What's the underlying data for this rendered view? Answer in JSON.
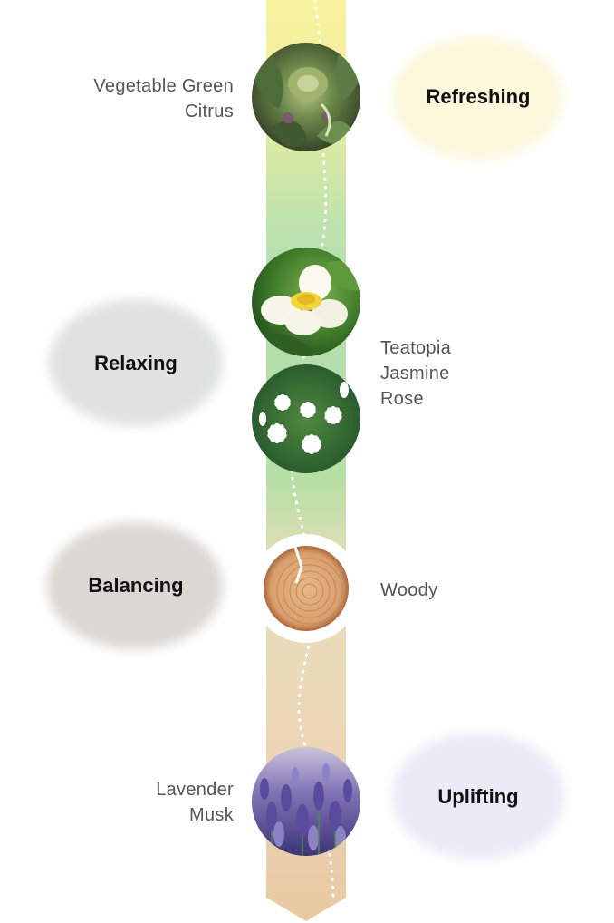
{
  "groups": [
    {
      "mood": "Refreshing",
      "notes": [
        "Vegetable Green",
        "Citrus"
      ],
      "mood_color": "#fbf7d8",
      "image": "vegetable-cabbage-image"
    },
    {
      "mood": "Relaxing",
      "notes": [
        "Teatopia",
        "Jasmine",
        "Rose"
      ],
      "mood_color": "#dfe4e0",
      "image": "tea-flower-and-jasmine-images"
    },
    {
      "mood": "Balancing",
      "notes": [
        "Woody"
      ],
      "mood_color": "#dcd8d3",
      "image": "wood-slice-image"
    },
    {
      "mood": "Uplifting",
      "notes": [
        "Lavender",
        "Musk"
      ],
      "mood_color": "#ece8f6",
      "image": "lavender-field-image"
    }
  ],
  "colors": {
    "arrow_top": "#f7ef9a",
    "arrow_green": "#b3dfa8",
    "arrow_bottom": "#ecd0ab",
    "note_text": "#555555",
    "mood_text": "#111111"
  }
}
